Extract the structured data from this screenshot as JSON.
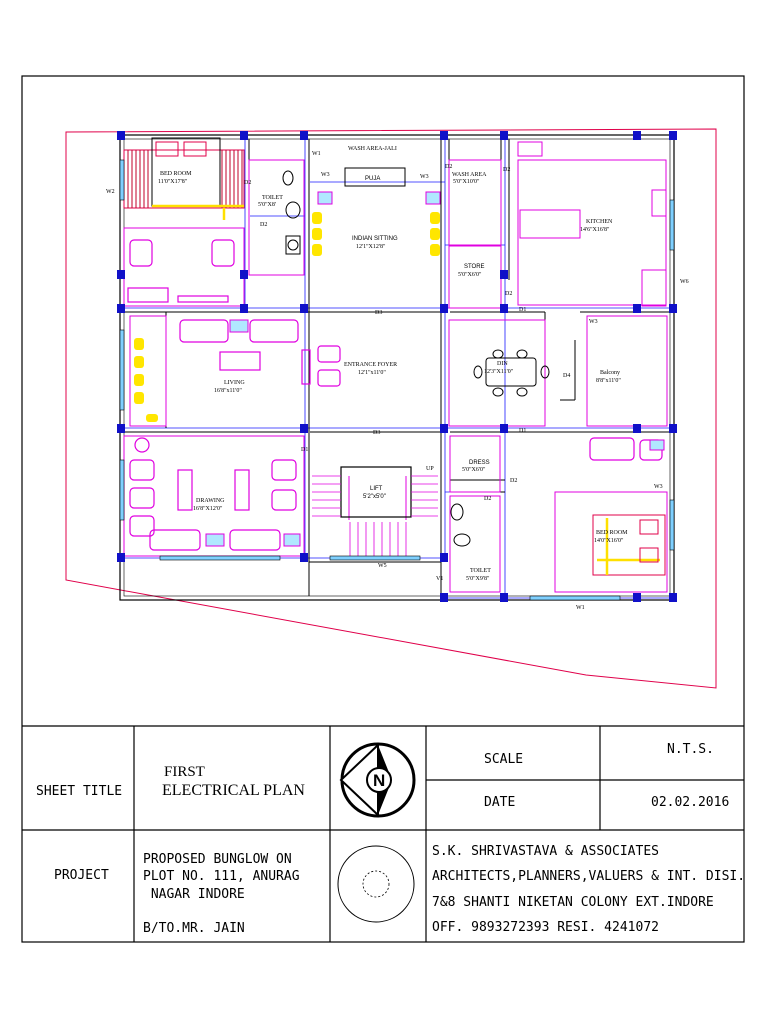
{
  "plan": {
    "rooms": {
      "bed_room_1": {
        "name": "BED ROOM",
        "size": "11'0\"X17'8\""
      },
      "toilet_1": {
        "name": "TOILET",
        "size": "5'0\"X8'"
      },
      "wash_area_jali": {
        "name": "WASH AREA-JALI"
      },
      "puja": {
        "name": "PUJA"
      },
      "indian_sitting": {
        "name": "INDIAN SITTING",
        "size": "12'1\"X12'8\""
      },
      "wash_area_2": {
        "name": "WASH AREA",
        "size": "5'0\"X10'0\""
      },
      "store": {
        "name": "STORE",
        "size": "5'0\"X6'0\""
      },
      "kitchen": {
        "name": "KITCHEN",
        "size": "14'6\"X16'8\""
      },
      "living": {
        "name": "LIVING",
        "size": "16'8\"x11'0\""
      },
      "entrance_foyer": {
        "name": "ENTRANCE FOYER",
        "size": "12'1\"x11'0\""
      },
      "dining": {
        "name": "DIN",
        "size": "12'3\"X11'0\""
      },
      "balcony": {
        "name": "Balcony",
        "size": "8'8\"x11'0\""
      },
      "drawing": {
        "name": "DRAWING",
        "size": "16'8\"X12'0\""
      },
      "lift": {
        "name": "LIFT",
        "size": "5'2\"x5'0\""
      },
      "dress": {
        "name": "DRESS",
        "size": "5'0\"X6'0\""
      },
      "bed_room_2": {
        "name": "BED ROOM",
        "size": "14'0\"X16'0\""
      },
      "toilet_2": {
        "name": "TOILET",
        "size": "5'0\"X9'8\""
      }
    },
    "marks": {
      "w1_top": "W1",
      "w2": "W2",
      "w3_a": "W3",
      "w3_b": "W3",
      "d2_top": "D2",
      "d2_b": "D2",
      "d2_c": "D2",
      "d2_kitchen": "D2",
      "d2_store": "D2",
      "d3_top": "D3",
      "d3_mid": "D3",
      "d1_a": "D1",
      "d1_b": "D1",
      "d1_c": "D1",
      "w3_c": "W3",
      "w3_d": "W3",
      "w6": "W6",
      "d4": "D4",
      "up": "UP",
      "d2_dress": "D2",
      "d2_toilet": "D2",
      "w5": "W5",
      "w1_bottom": "W1",
      "v1": "V1"
    }
  },
  "title_block": {
    "sheet_title_label": "SHEET TITLE",
    "sheet_title_line1": "FIRST",
    "sheet_title_line2": "ELECTRICAL PLAN",
    "north_letter": "N",
    "scale_label": "SCALE",
    "scale_value": "N.T.S.",
    "date_label": "DATE",
    "date_value": "02.02.2016",
    "project_label": "PROJECT",
    "project_lines": [
      "PROPOSED BUNGLOW ON",
      "PLOT NO. 111, ANURAG",
      " NAGAR INDORE",
      "B/TO.MR. JAIN"
    ],
    "firm_lines": [
      "S.K. SHRIVASTAVA & ASSOCIATES",
      "ARCHITECTS,PLANNERS,VALUERS & INT. DISI.",
      "7&8 SHANTI NIKETAN COLONY EXT.INDORE",
      "OFF. 9893272393  RESI. 4241072"
    ]
  }
}
